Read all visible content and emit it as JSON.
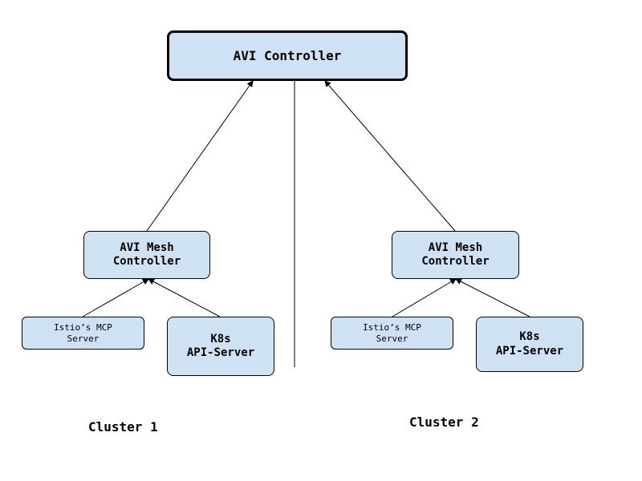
{
  "nodes": {
    "controller": {
      "label": "AVI Controller"
    },
    "cluster1": {
      "mesh_controller": {
        "line1": "AVI Mesh",
        "line2": "Controller"
      },
      "mcp_server": {
        "line1": "Istio’s MCP",
        "line2": "Server"
      },
      "k8s_api": {
        "line1": "K8s",
        "line2": "API-Server"
      },
      "label": "Cluster 1"
    },
    "cluster2": {
      "mesh_controller": {
        "line1": "AVI Mesh",
        "line2": "Controller"
      },
      "mcp_server": {
        "line1": "Istio’s MCP",
        "line2": "Server"
      },
      "k8s_api": {
        "line1": "K8s",
        "line2": "API-Server"
      },
      "label": "Cluster 2"
    }
  },
  "colors": {
    "node_fill": "#cfe2f3",
    "stroke": "#000000",
    "background": "#ffffff"
  }
}
